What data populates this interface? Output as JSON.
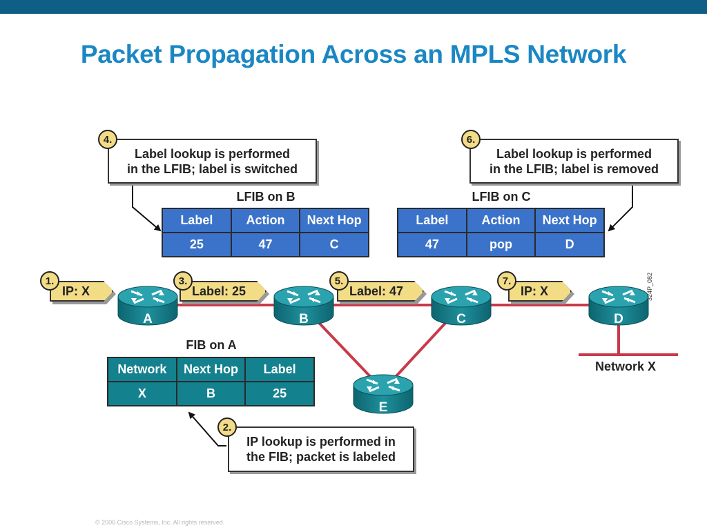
{
  "title": "Packet Propagation Across an MPLS Network",
  "steps": {
    "s4": {
      "num": "4.",
      "line1": "Label lookup is performed",
      "line2": "in the LFIB; label is switched"
    },
    "s6": {
      "num": "6.",
      "line1": "Label lookup is performed",
      "line2": "in the LFIB; label is removed"
    },
    "s2": {
      "num": "2.",
      "line1": "IP lookup is performed in",
      "line2": "the FIB; packet is labeled"
    }
  },
  "tags": {
    "t1": {
      "num": "1.",
      "text": "IP: X"
    },
    "t3": {
      "num": "3.",
      "text": "Label: 25"
    },
    "t5": {
      "num": "5.",
      "text": "Label: 47"
    },
    "t7": {
      "num": "7.",
      "text": "IP: X"
    }
  },
  "lfib_b": {
    "title": "LFIB on B",
    "headers": [
      "Label",
      "Action",
      "Next Hop"
    ],
    "row": [
      "25",
      "47",
      "C"
    ]
  },
  "lfib_c": {
    "title": "LFIB on C",
    "headers": [
      "Label",
      "Action",
      "Next Hop"
    ],
    "row": [
      "47",
      "pop",
      "D"
    ]
  },
  "fib_a": {
    "title": "FIB on A",
    "headers": [
      "Network",
      "Next Hop",
      "Label"
    ],
    "row": [
      "X",
      "B",
      "25"
    ]
  },
  "routers": {
    "a": "A",
    "b": "B",
    "c": "C",
    "d": "D",
    "e": "E"
  },
  "network_label": "Network X",
  "figure_id": "324P_082",
  "footer": "© 2006 Cisco Systems, Inc. All rights reserved.",
  "colors": {
    "title": "#1a87c4",
    "link": "#c83a4a",
    "table": "#3a73c9",
    "router": "#1f8a96",
    "tag": "#f3dc86"
  }
}
